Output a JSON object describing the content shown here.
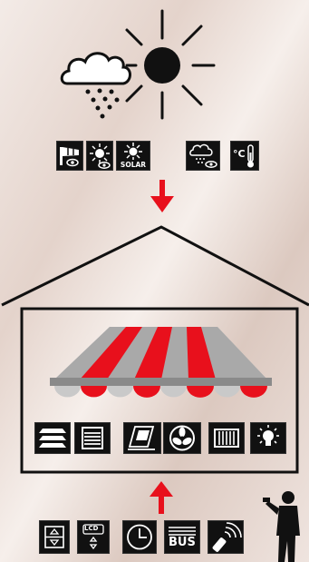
{
  "weather_sensors": [
    {
      "icon": "wind-sensor-icon"
    },
    {
      "icon": "sun-sensor-icon"
    },
    {
      "icon": "solar-sensor-icon",
      "label": "SOLAR"
    },
    {
      "icon": "rain-sensor-icon"
    },
    {
      "icon": "temperature-sensor-icon",
      "label": "°C"
    }
  ],
  "devices": [
    {
      "icon": "awning-icon"
    },
    {
      "icon": "roller-shutter-icon"
    },
    {
      "icon": "window-icon"
    },
    {
      "icon": "fan-icon"
    },
    {
      "icon": "heater-icon"
    },
    {
      "icon": "light-icon"
    }
  ],
  "controls": [
    {
      "icon": "up-down-switch-icon"
    },
    {
      "icon": "lcd-controller-icon",
      "label": "LCD"
    },
    {
      "icon": "clock-timer-icon"
    },
    {
      "icon": "bus-interface-icon",
      "label": "BUS"
    },
    {
      "icon": "remote-control-icon"
    }
  ],
  "colors": {
    "arrow": "#e8101c",
    "awning_red": "#e8101c",
    "awning_grey": "#a9a9a9",
    "house_line": "#111111",
    "background": "#e9dcd6"
  }
}
